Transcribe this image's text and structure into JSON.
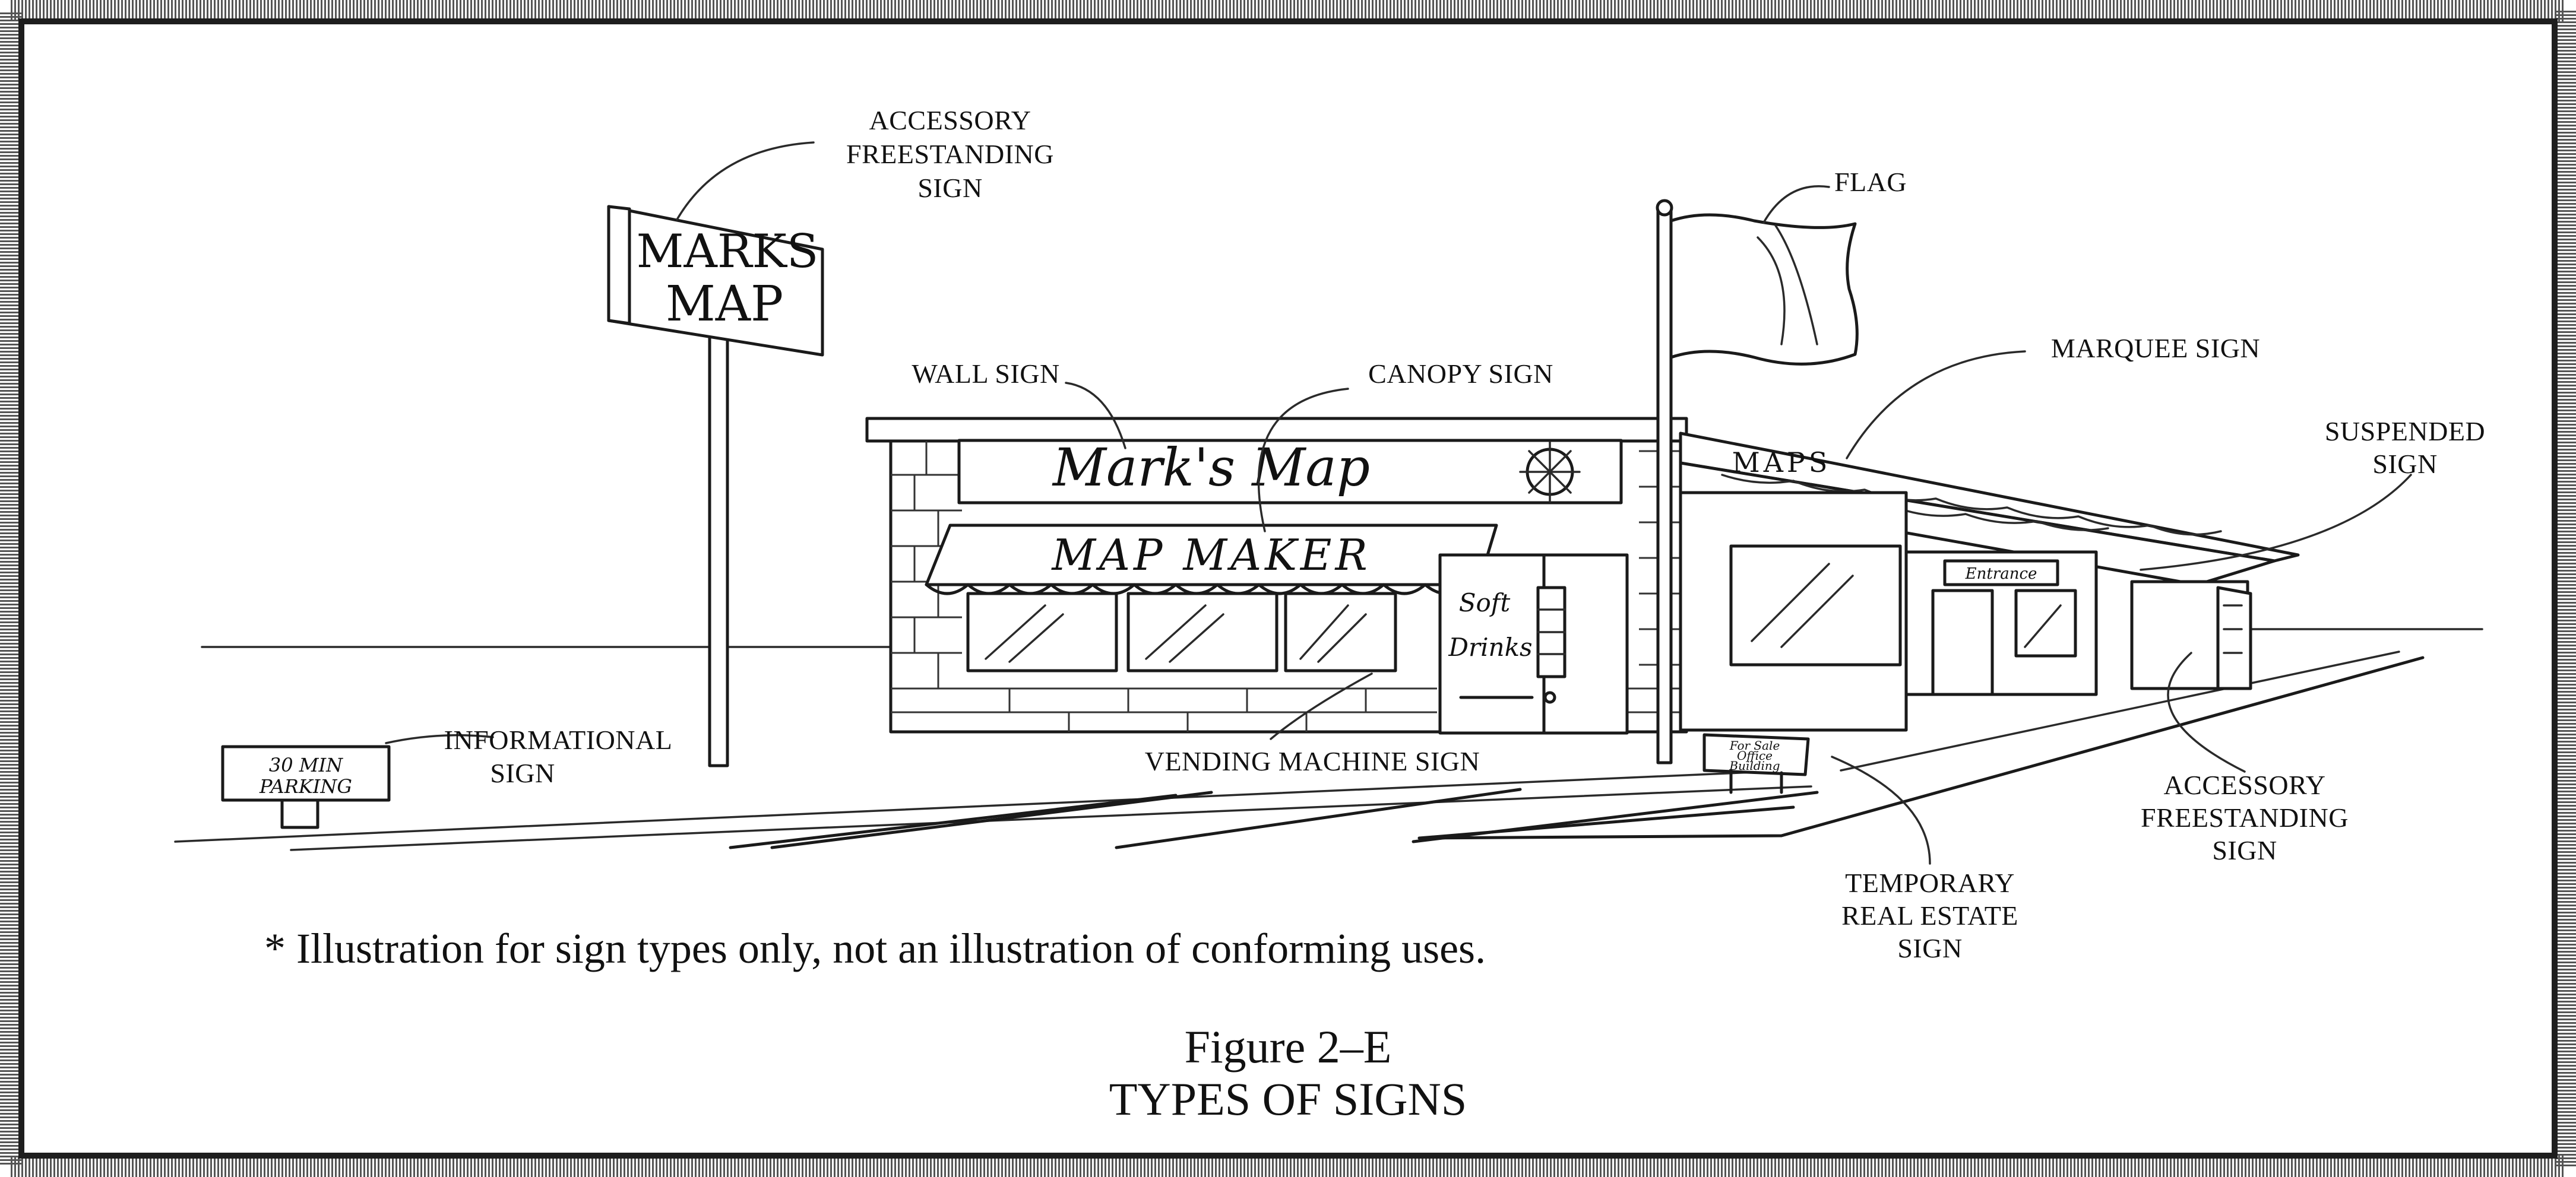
{
  "labels": {
    "accessory_freestanding_left": [
      "ACCESSORY",
      "FREESTANDING",
      "SIGN"
    ],
    "flag": "FLAG",
    "wall_sign": "WALL SIGN",
    "canopy_sign": "CANOPY SIGN",
    "marquee_sign": "MARQUEE SIGN",
    "suspended_sign": [
      "SUSPENDED",
      "SIGN"
    ],
    "informational_sign": [
      "INFORMATIONAL",
      "SIGN"
    ],
    "vending_machine_sign": "VENDING MACHINE SIGN",
    "accessory_freestanding_right": [
      "ACCESSORY",
      "FREESTANDING",
      "SIGN"
    ],
    "temporary_real_estate_sign": [
      "TEMPORARY",
      "REAL ESTATE",
      "SIGN"
    ]
  },
  "sign_text": {
    "pole_sign": [
      "MARKS",
      "MAP"
    ],
    "wall_sign": "Mark's  Map",
    "canopy": "MAP  MAKER",
    "marquee": "MAPS",
    "suspended": "Entrance",
    "vending": [
      "Soft",
      "Drinks"
    ],
    "parking": [
      "30 MIN",
      "PARKING"
    ],
    "real_estate": [
      "For Sale",
      "Office",
      "Building"
    ]
  },
  "note": "* Illustration for sign types only, not an illustration of conforming uses.",
  "caption": {
    "figure": "Figure 2–E",
    "title": "TYPES OF SIGNS"
  },
  "colors": {
    "ink": "#1a1a1a",
    "frame": "#2b2b2b",
    "paper": "#ffffff"
  }
}
